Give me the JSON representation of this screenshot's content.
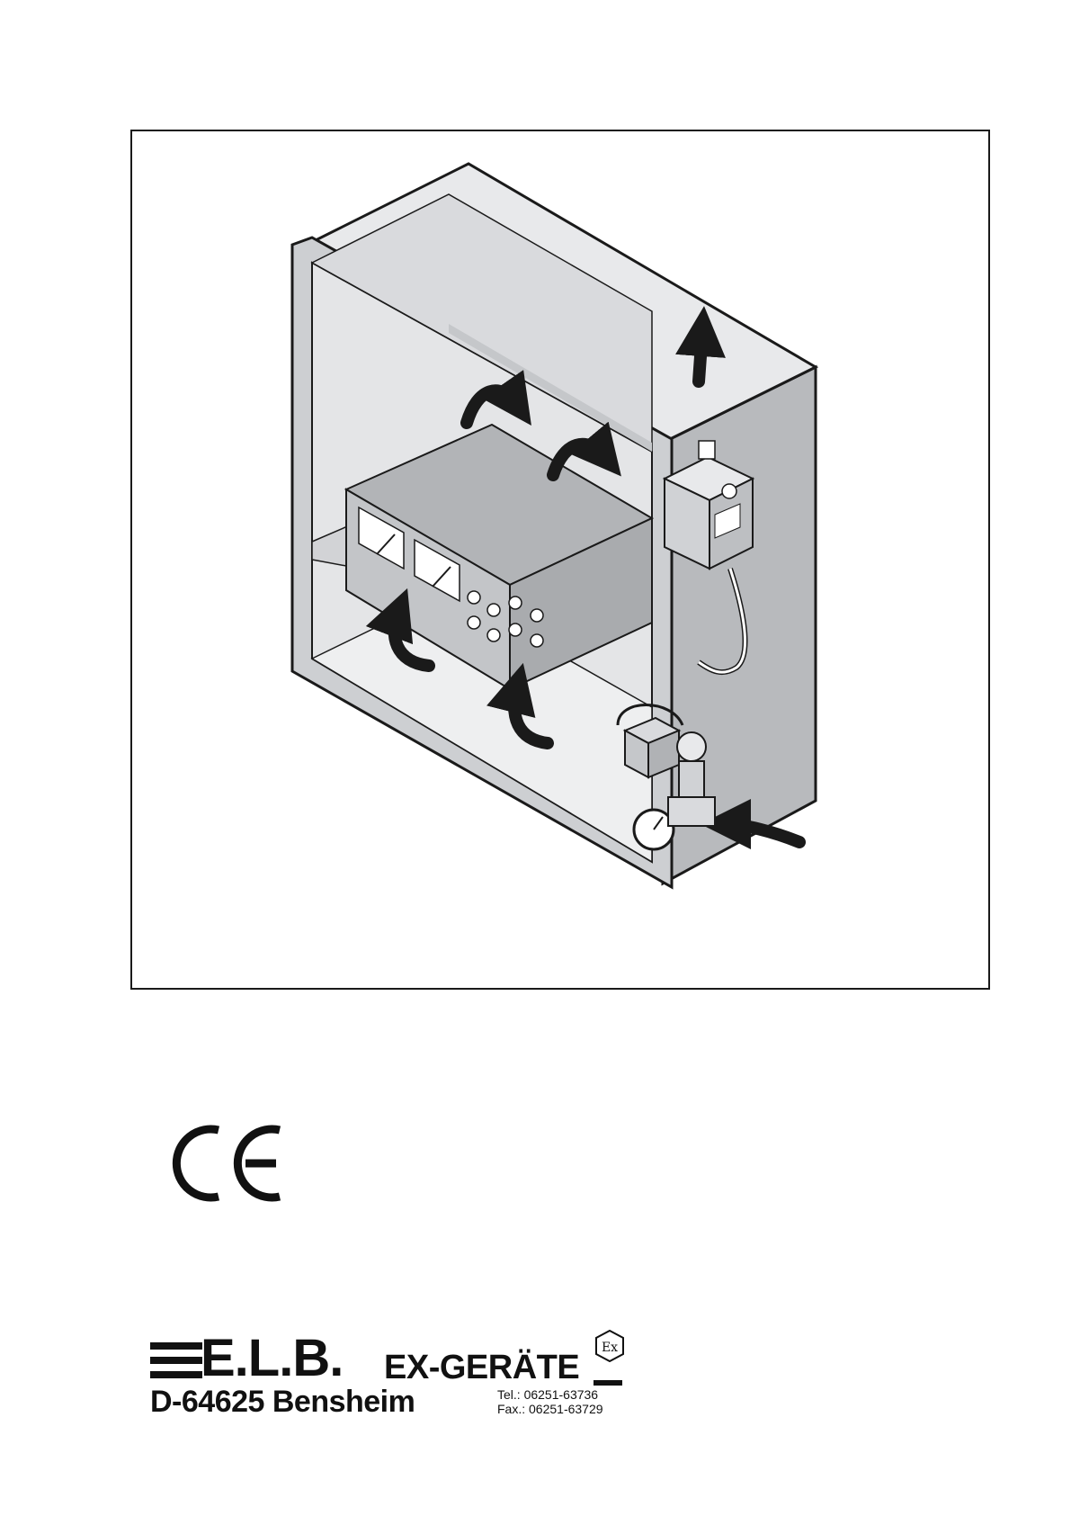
{
  "logo": {
    "brand": "E.L.B.",
    "product": "EX-GERÄTE",
    "address": "D-64625 Bensheim",
    "phone": "Tel.: 06251-63736",
    "fax": "Fax.: 06251-63729"
  },
  "colors": {
    "enclosure_light": "#e6e7e9",
    "enclosure_mid": "#cfd1d4",
    "enclosure_dark": "#b6b8bb",
    "outline": "#1a1a1a"
  },
  "icons": [
    "ce-mark-icon",
    "ex-hexagon-icon",
    "airflow-arrow-icon"
  ]
}
